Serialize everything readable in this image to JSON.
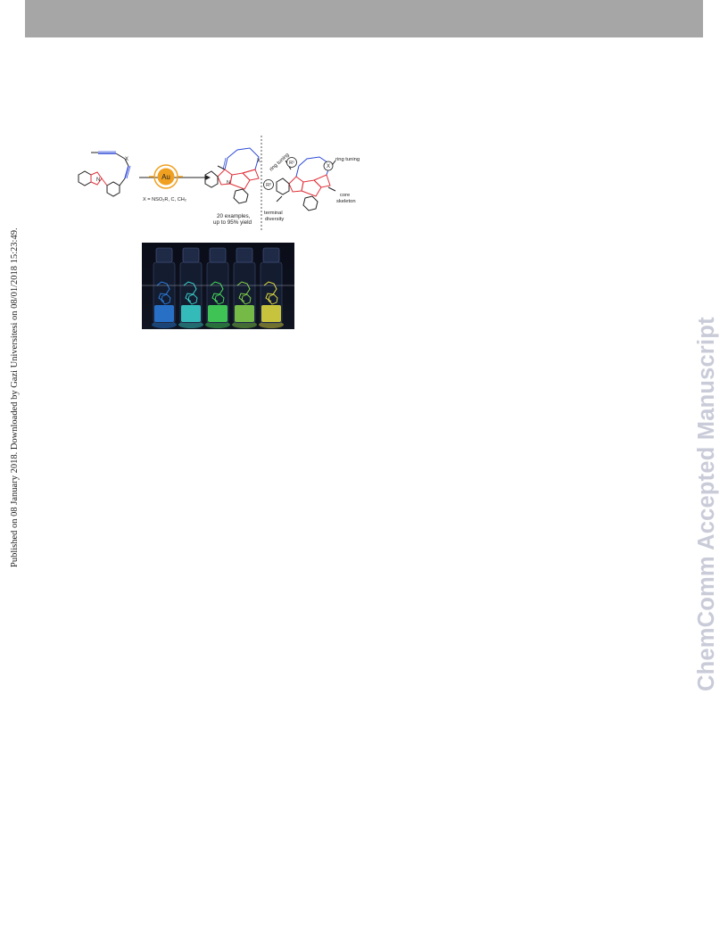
{
  "side_note": "Published on 08 January 2018. Downloaded by Gazi Universitesi on 08/01/2018 15:23:49.",
  "watermark": "ChemComm Accepted Manuscript",
  "scheme": {
    "catalyst": "Au",
    "x_def": "X = NSO₂R, C, CH₂",
    "x_label": "X",
    "yield_line1": "20 examples,",
    "yield_line2": "up to 95% yield",
    "ring_tuning": "ring tuning",
    "ring_size_tuning": "ring tuning",
    "core_line1": "core",
    "core_line2": "skeleton",
    "terminal_line1": "terminal",
    "terminal_line2": "diversity",
    "r1_label": "R¹",
    "r2_label": "R²",
    "colors": {
      "scaffold": "#e0303a",
      "alkyne": "#2f4bd6",
      "au": "#f0a020"
    }
  },
  "photo": {
    "vial_colors": [
      "#2a7fe0",
      "#3ad6d0",
      "#46e05a",
      "#86d64a",
      "#e6e040"
    ]
  }
}
